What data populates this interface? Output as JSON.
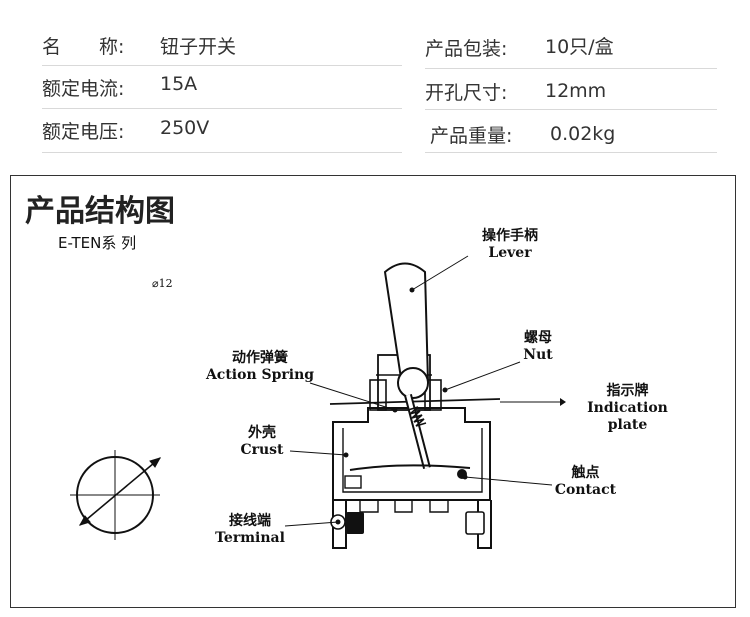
{
  "specs": {
    "left": [
      {
        "label": "名　　称:",
        "value": "钮子开关"
      },
      {
        "label": "额定电流:",
        "value": "15A"
      },
      {
        "label": "额定电压:",
        "value": "250V"
      }
    ],
    "right": [
      {
        "label": "产品包装:",
        "value": "10只/盒"
      },
      {
        "label": "开孔尺寸:",
        "value": "12mm"
      },
      {
        "label": "产品重量:",
        "value": "0.02kg"
      }
    ]
  },
  "diagram": {
    "title": "产品结构图",
    "series_label": "E-TEN系 列",
    "hole_dimension": "⌀12",
    "parts": [
      {
        "zh": "操作手柄",
        "en": "Lever"
      },
      {
        "zh": "螺母",
        "en": "Nut"
      },
      {
        "zh": "动作弹簧",
        "en": "Action Spring"
      },
      {
        "zh": "指示牌",
        "en": "Indication plate"
      },
      {
        "zh": "外壳",
        "en": "Crust"
      },
      {
        "zh": "触点",
        "en": "Contact"
      },
      {
        "zh": "接线端",
        "en": "Terminal"
      }
    ]
  }
}
